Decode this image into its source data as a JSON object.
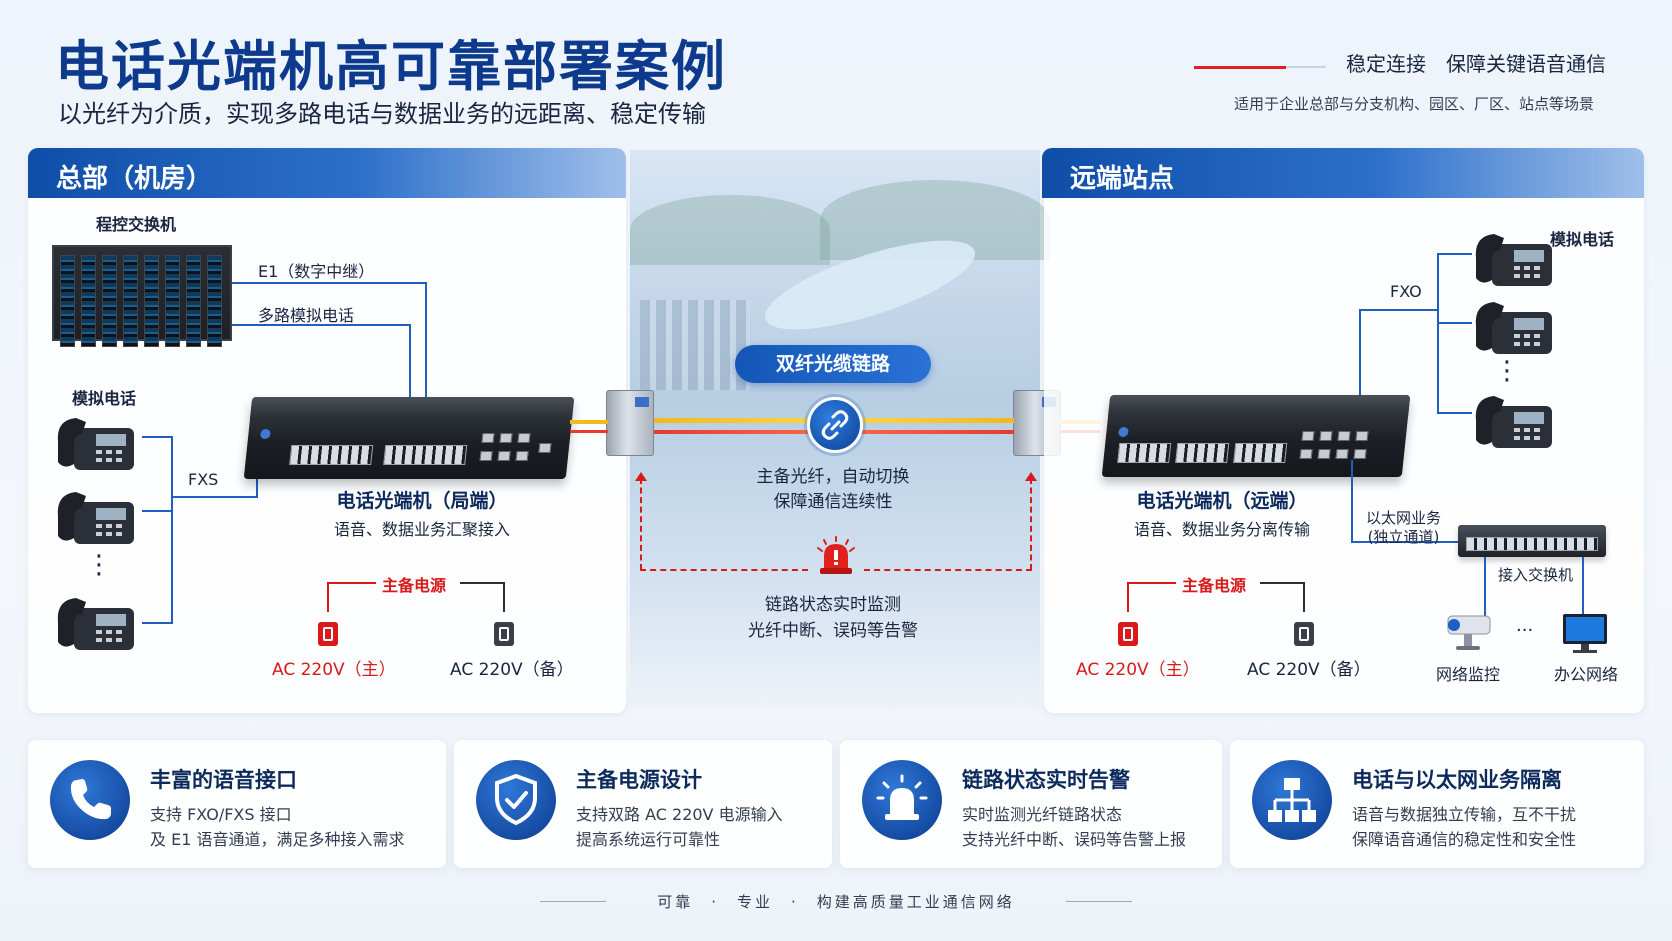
{
  "header": {
    "title": "电话光端机高可靠部署案例",
    "subtitle": "以光纤为介质，实现多路电话与数据业务的远距离、稳定传输",
    "slogan": "稳定连接　保障关键语音通信",
    "slogan_sub": "适用于企业总部与分支机构、园区、厂区、站点等场景"
  },
  "left_panel": {
    "title": "总部（机房）",
    "pbx_label": "程控交换机",
    "e1_label": "E1（数字中继）",
    "analog_trunk_label": "多路模拟电话",
    "analog_phone_label": "模拟电话",
    "fxs_label": "FXS",
    "device_title": "电话光端机（局端）",
    "device_sub": "语音、数据业务汇聚接入",
    "power_label": "主备电源",
    "power_main": "AC 220V（主）",
    "power_backup": "AC 220V（备）",
    "ellipsis": "⋮"
  },
  "center": {
    "link_label": "双纤光缆链路",
    "link_desc1": "主备光纤，自动切换",
    "link_desc2": "保障通信连续性",
    "monitor1": "链路状态实时监测",
    "monitor2": "光纤中断、误码等告警"
  },
  "right_panel": {
    "title": "远端站点",
    "analog_phone_label": "模拟电话",
    "fxo_label": "FXO",
    "device_title": "电话光端机（远端）",
    "device_sub": "语音、数据业务分离传输",
    "eth_label1": "以太网业务",
    "eth_label2": "(独立通道)",
    "switch_label": "接入交换机",
    "camera_label": "网络监控",
    "office_label": "办公网络",
    "power_label": "主备电源",
    "power_main": "AC 220V（主）",
    "power_backup": "AC 220V（备）",
    "ellipsis_v": "⋮",
    "ellipsis_h": "···"
  },
  "features": [
    {
      "title": "丰富的语音接口",
      "line1": "支持 FXO/FXS 接口",
      "line2": "及 E1 语音通道，满足多种接入需求",
      "icon": "phone-icon"
    },
    {
      "title": "主备电源设计",
      "line1": "支持双路 AC 220V 电源输入",
      "line2": "提高系统运行可靠性",
      "icon": "shield-check-icon"
    },
    {
      "title": "链路状态实时告警",
      "line1": "实时监测光纤链路状态",
      "line2": "支持光纤中断、误码等告警上报",
      "icon": "alarm-icon"
    },
    {
      "title": "电话与以太网业务隔离",
      "line1": "语音与数据独立传输，互不干扰",
      "line2": "保障语音通信的稳定性和安全性",
      "icon": "network-icon"
    }
  ],
  "footer": {
    "text": "可靠　·　专业　·　构建高质量工业通信网络"
  },
  "colors": {
    "brand_blue": "#0d3a8c",
    "accent_blue": "#1f5fc1",
    "alert_red": "#d71a1a",
    "fiber_yellow": "#f2b81c",
    "fiber_red": "#e63b2e"
  }
}
